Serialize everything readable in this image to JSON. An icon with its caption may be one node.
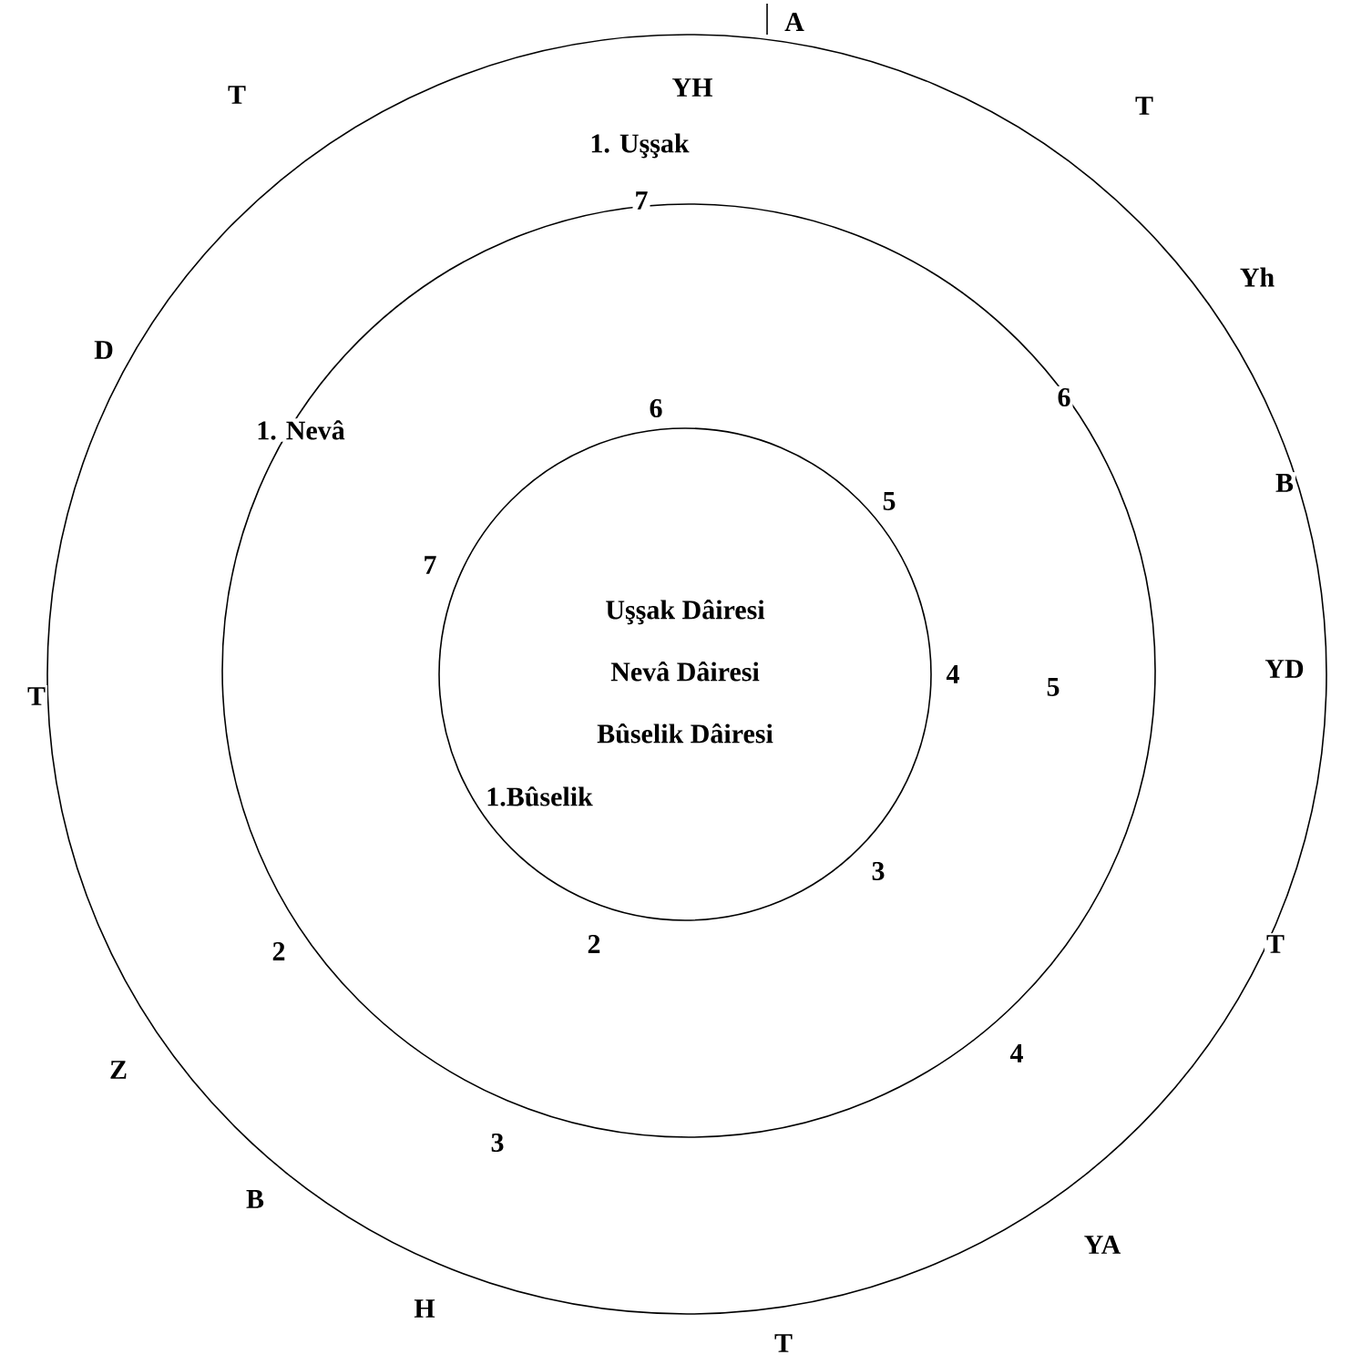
{
  "diagram": {
    "nodes": [
      {
        "text": [],
        "shape": "circle"
      },
      {
        "text": [],
        "shape": "circle",
        "in": 0
      },
      {
        "text": [
          "Uşşak Dâiresi",
          "Nevâ Dâiresi",
          "Bûselik Dâiresi"
        ],
        "in": 1
      }
    ],
    "labels": [
      "A",
      "T",
      "YH",
      "T",
      "1. Uşşak",
      "7",
      "Yh",
      "D",
      "6",
      "6",
      "1. Nevâ",
      "5",
      "B",
      "7",
      "4",
      "5",
      "YD",
      "T",
      "1.Bûselik",
      "3",
      "2",
      "2",
      "T",
      "Z",
      "4",
      "3",
      "B",
      "YA",
      "H",
      "T"
    ]
  }
}
